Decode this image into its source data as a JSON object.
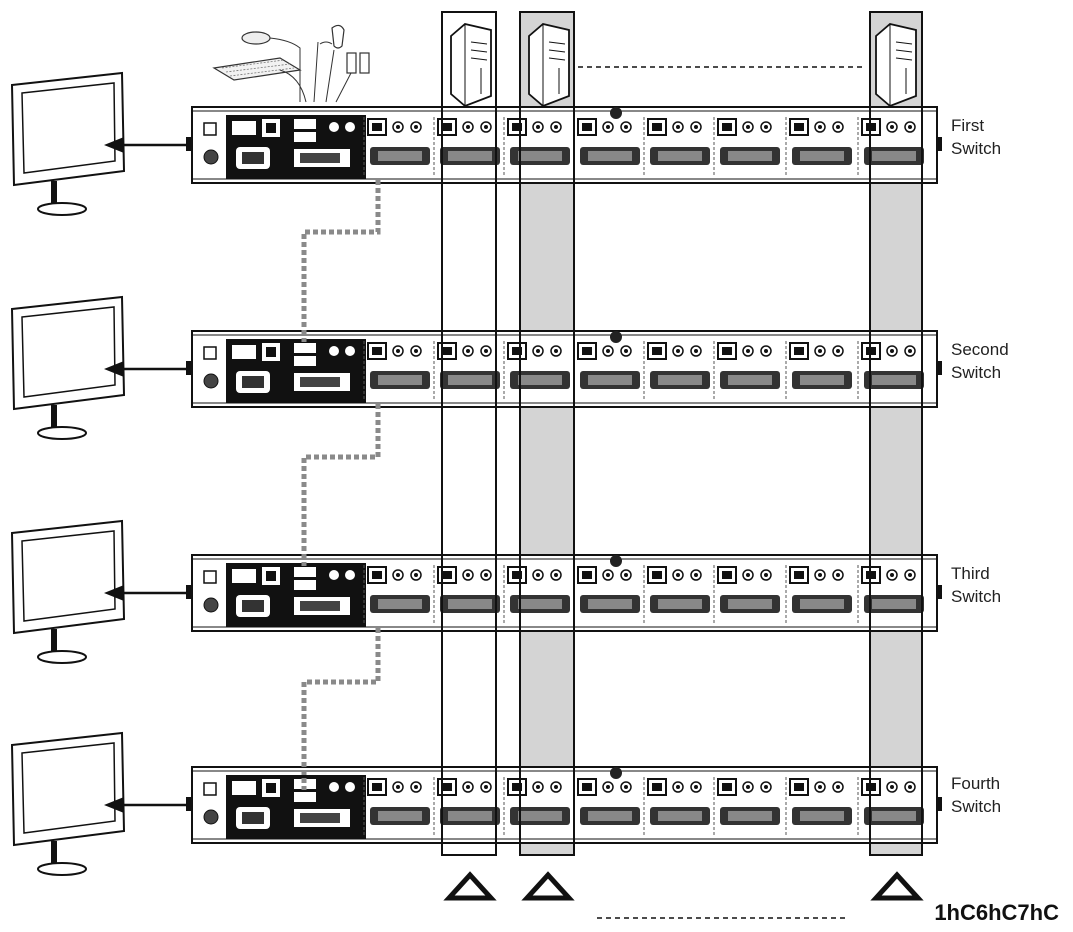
{
  "switches": [
    {
      "label_line1": "First",
      "label_line2": "Switch"
    },
    {
      "label_line1": "Second",
      "label_line2": "Switch"
    },
    {
      "label_line1": "Third",
      "label_line2": "Switch"
    },
    {
      "label_line1": "Fourth",
      "label_line2": "Switch"
    }
  ],
  "figure_code": "1hC6hC7hC",
  "colors": {
    "line": "#111111",
    "chassis": "#ffffff",
    "console_panel": "#111111",
    "highlight_column": "#d4d4d4",
    "daisy_chain": "#8a8a8a"
  },
  "icons": [
    "monitor-icon",
    "keyboard-icon",
    "mouse-icon",
    "microphone-icon",
    "speaker-icon",
    "computer-tower-icon",
    "up-triangle-icon",
    "arrow-left-icon"
  ]
}
